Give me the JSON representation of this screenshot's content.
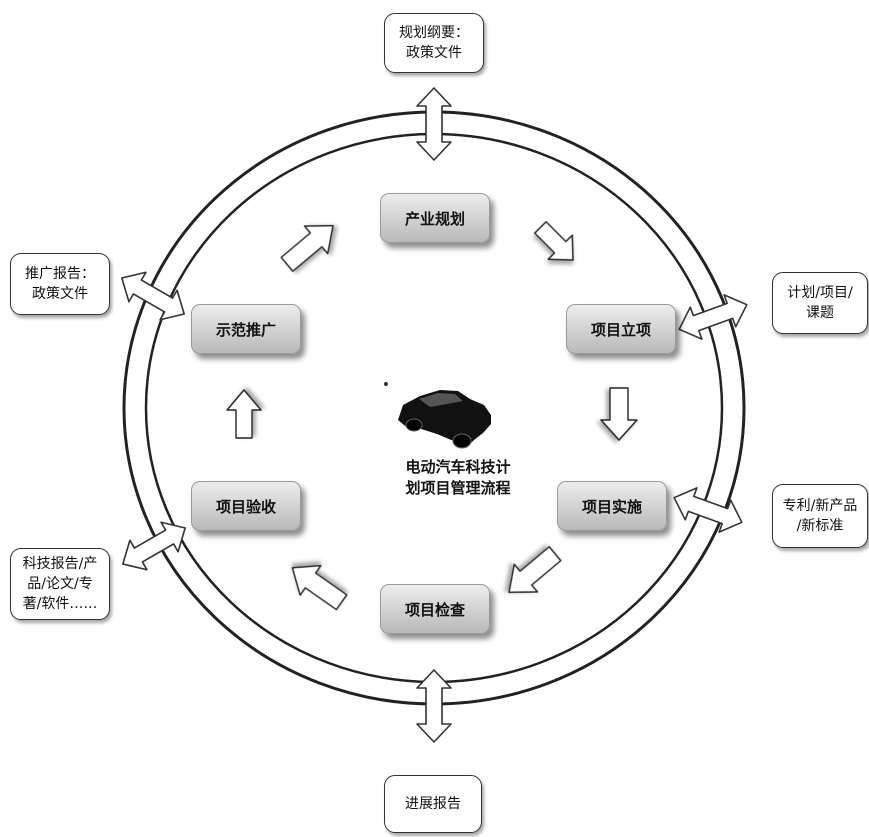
{
  "center": {
    "title": "电动汽车科技计\n划项目管理流程",
    "icon": "car-icon"
  },
  "stages": {
    "industry_planning": "产业规划",
    "project_approval": "项目立项",
    "project_implementation": "项目实施",
    "project_inspection": "项目检查",
    "project_acceptance": "项目验收",
    "demo_promotion": "示范推广"
  },
  "documents": {
    "top": "规划纲要：\n政策文件",
    "right_upper": "计划/项目/\n课题",
    "right_lower": "专利/新产品\n/新标准",
    "bottom": "进展报告",
    "left_lower": "科技报告/产\n品/论文/专\n著/软件……",
    "left_upper": "推广报告：\n政策文件"
  },
  "colors": {
    "stage_fill_top": "#ededed",
    "stage_fill_bottom": "#b9b9b9",
    "ring_stroke": "#333333",
    "car": "#111111"
  }
}
